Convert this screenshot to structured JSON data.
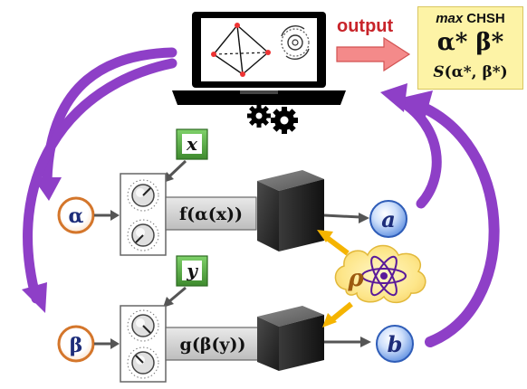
{
  "output_label": "output",
  "result_box": {
    "max_word": "max",
    "chsh_word": "CHSH",
    "optimal_params": "α* β*",
    "score_prefix": "S",
    "score_args": "(α*, β*)"
  },
  "inputs": {
    "x": "x",
    "y": "y"
  },
  "params": {
    "alpha": "α",
    "beta": "β"
  },
  "functions": {
    "f": "f(α(x))",
    "g": "g(β(y))"
  },
  "outputs": {
    "a": "a",
    "b": "b"
  },
  "source": {
    "rho": "ρ"
  },
  "colors": {
    "purple_arrow": "#8e3fc7",
    "orange_node_border": "#d4762b",
    "blue_node_fill": "#4b7fd2",
    "yellow_arrow": "#f5b400",
    "red_arrow": "#f06b6b",
    "green_box": "#4f9a3b",
    "output_text": "#c8242a"
  },
  "icons": [
    "laptop-icon",
    "tetrahedron-icon",
    "refresh-gear-icon",
    "gears-icon",
    "knob-icon",
    "black-box-icon",
    "atom-icon",
    "cloud-icon"
  ]
}
